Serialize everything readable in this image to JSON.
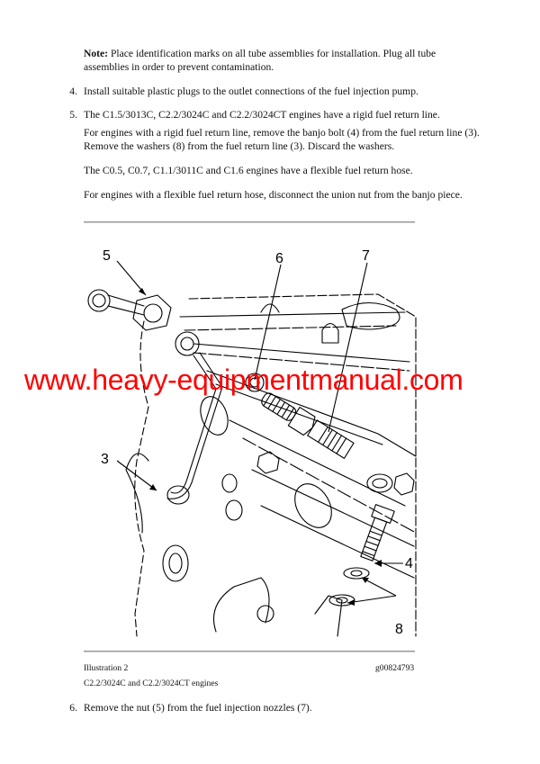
{
  "note": {
    "label": "Note:",
    "text": " Place identification marks on all tube assemblies for installation. Plug all tube assemblies in order to prevent contamination."
  },
  "steps": [
    {
      "number": "4.",
      "text": "Install suitable plastic plugs to the outlet connections of the fuel injection pump."
    },
    {
      "number": "5.",
      "text": "The C1.5/3013C, C2.2/3024C and C2.2/3024CT engines have a rigid fuel return line."
    },
    {
      "number": "6.",
      "text": "Remove the nut (5) from the fuel injection nozzles (7)."
    }
  ],
  "step5_paragraphs": [
    "For engines with a rigid fuel return line, remove the banjo bolt (4) from the fuel return line (3). Remove the washers (8) from the fuel return line (3). Discard the washers.",
    "The C0.5, C0.7, C1.1/3011C and C1.6 engines have a flexible fuel return hose.",
    "For engines with a flexible fuel return hose, disconnect the union nut from the banjo piece."
  ],
  "illustration": {
    "label": "Illustration 2",
    "id": "g00824793",
    "caption": "C2.2/3024C and C2.2/3024CT engines",
    "callouts": [
      "5",
      "6",
      "7",
      "3",
      "4",
      "8"
    ]
  },
  "watermark": {
    "text": "www.heavy-equipmentmanual.com",
    "color": "#ff0000"
  }
}
